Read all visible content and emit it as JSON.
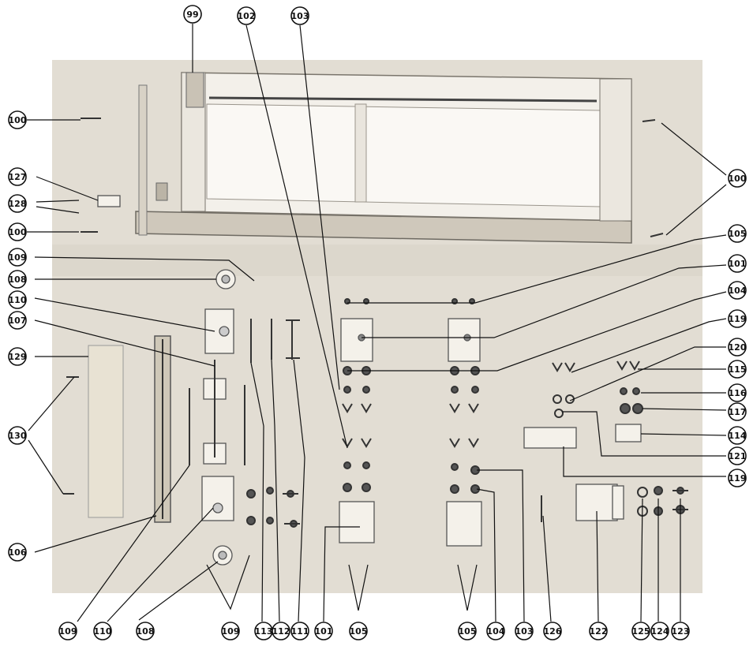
{
  "figure": {
    "background_color": "#e2ddd3",
    "page_color": "#ffffff",
    "callouts": [
      {
        "id": "c99",
        "text": "99"
      },
      {
        "id": "c102t",
        "text": "102"
      },
      {
        "id": "c103t",
        "text": "103"
      },
      {
        "id": "c100a",
        "text": "100"
      },
      {
        "id": "c127",
        "text": "127"
      },
      {
        "id": "c128",
        "text": "128"
      },
      {
        "id": "c100b",
        "text": "100"
      },
      {
        "id": "c109a",
        "text": "109"
      },
      {
        "id": "c108a",
        "text": "108"
      },
      {
        "id": "c110a",
        "text": "110"
      },
      {
        "id": "c107",
        "text": "107"
      },
      {
        "id": "c129",
        "text": "129"
      },
      {
        "id": "c130",
        "text": "130"
      },
      {
        "id": "c106",
        "text": "106"
      },
      {
        "id": "c109b",
        "text": "109"
      },
      {
        "id": "c110b",
        "text": "110"
      },
      {
        "id": "c108b",
        "text": "108"
      },
      {
        "id": "c109c",
        "text": "109"
      },
      {
        "id": "c113",
        "text": "113"
      },
      {
        "id": "c112",
        "text": "112"
      },
      {
        "id": "c111",
        "text": "111"
      },
      {
        "id": "c101b",
        "text": "101"
      },
      {
        "id": "c105b",
        "text": "105"
      },
      {
        "id": "c105c",
        "text": "105"
      },
      {
        "id": "c104b",
        "text": "104"
      },
      {
        "id": "c103b",
        "text": "103"
      },
      {
        "id": "c126",
        "text": "126"
      },
      {
        "id": "c122",
        "text": "122"
      },
      {
        "id": "c125",
        "text": "125"
      },
      {
        "id": "c124",
        "text": "124"
      },
      {
        "id": "c123",
        "text": "123"
      },
      {
        "id": "c100r",
        "text": "100"
      },
      {
        "id": "c105r",
        "text": "105"
      },
      {
        "id": "c101r",
        "text": "101"
      },
      {
        "id": "c104r",
        "text": "104"
      },
      {
        "id": "c119a",
        "text": "119"
      },
      {
        "id": "c120",
        "text": "120"
      },
      {
        "id": "c115",
        "text": "115"
      },
      {
        "id": "c116",
        "text": "116"
      },
      {
        "id": "c117",
        "text": "117"
      },
      {
        "id": "c114",
        "text": "114"
      },
      {
        "id": "c121",
        "text": "121"
      },
      {
        "id": "c119b",
        "text": "119"
      }
    ]
  }
}
